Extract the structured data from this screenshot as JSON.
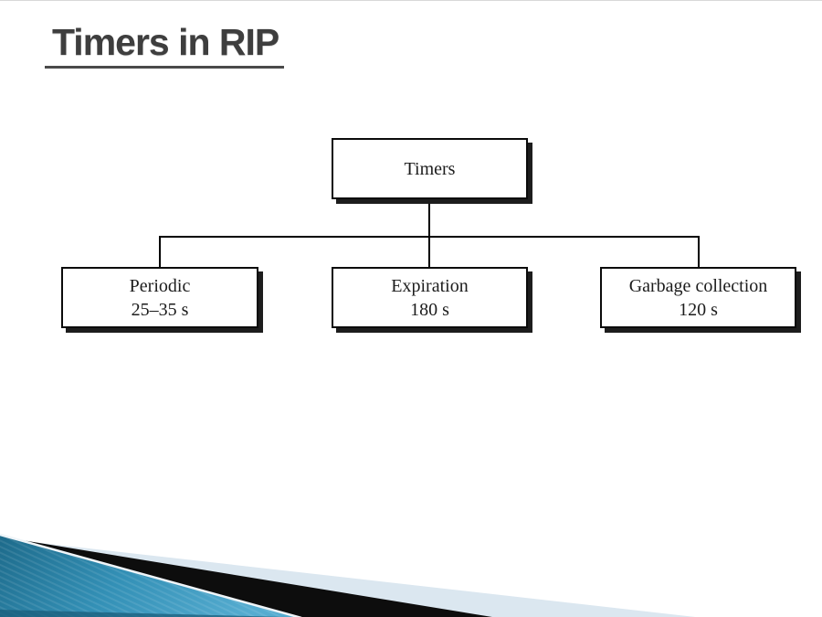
{
  "slide": {
    "title": "Timers in RIP"
  },
  "diagram": {
    "root": {
      "label": "Timers"
    },
    "children": [
      {
        "name": "Periodic",
        "value": "25–35 s"
      },
      {
        "name": "Expiration",
        "value": "180 s"
      },
      {
        "name": "Garbage collection",
        "value": "120 s"
      }
    ]
  },
  "decor": {
    "teal_dark": "#1d6a8a",
    "teal_mid": "#3390b6",
    "teal_light": "#55acd0",
    "pale_blue": "#dbe7f0",
    "stripe_black": "#0d0d0d",
    "bottom_strip": "#1a5e7b",
    "edge_light": "#eef4f8"
  }
}
